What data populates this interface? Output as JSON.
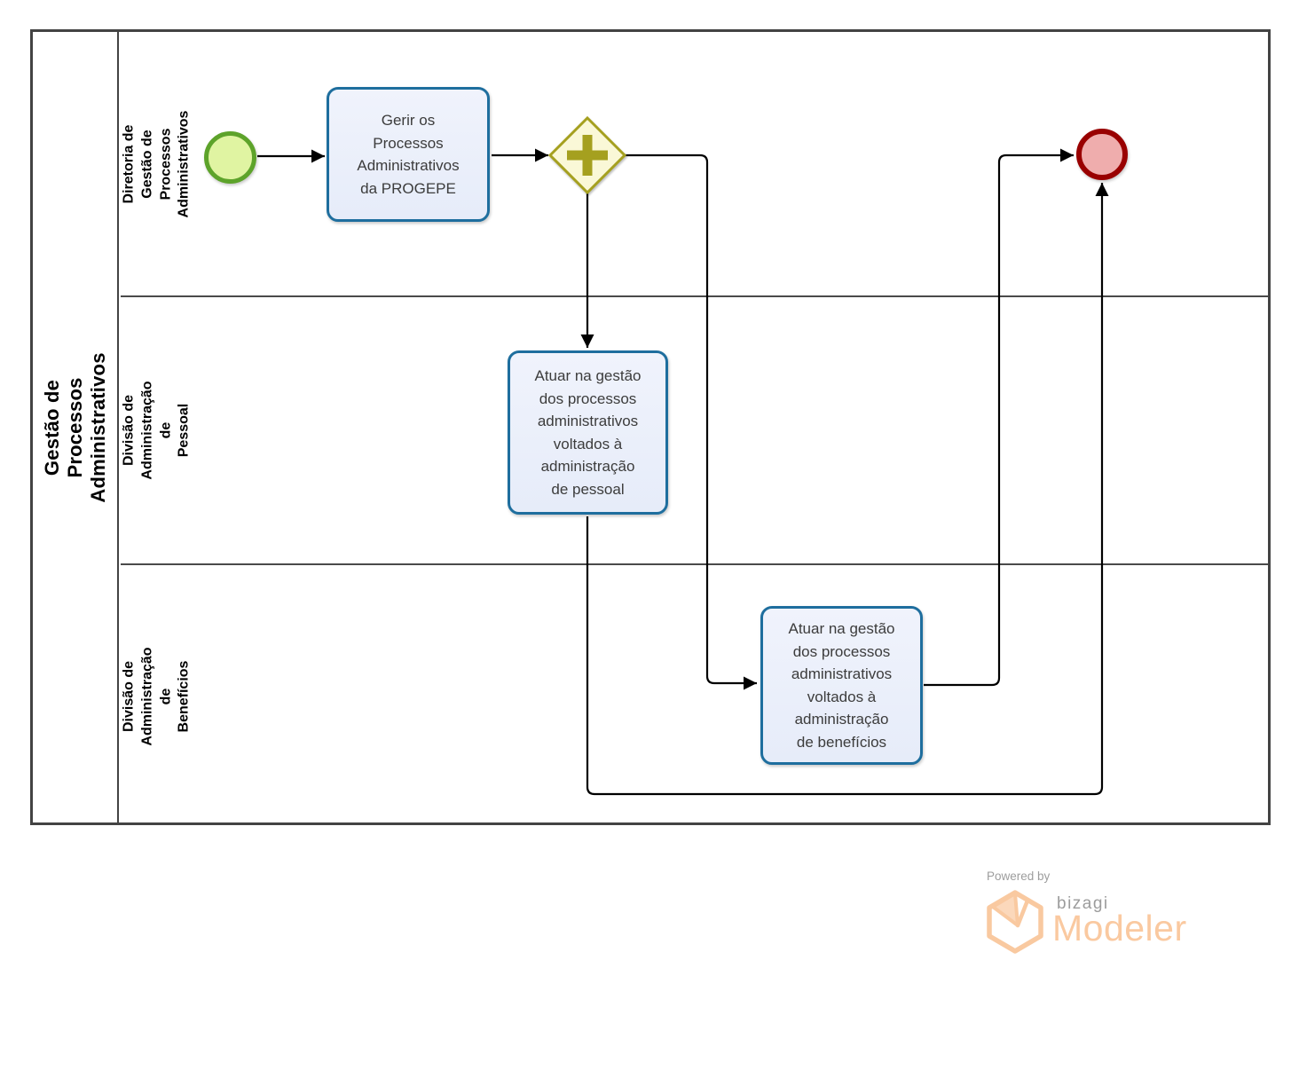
{
  "pool": {
    "title": "Gestão de Processos Administrativos",
    "lanes": [
      {
        "label": "Diretoria de Gestão de\nProcessos Administrativos"
      },
      {
        "label": "Divisão de Administração de\nPessoal"
      },
      {
        "label": "Divisão de Administração de\nBenefícios"
      }
    ]
  },
  "nodes": {
    "start_event": {
      "type": "start-event"
    },
    "task_gerir": {
      "label": "Gerir os\nProcessos\nAdministrativos\nda PROGEPE"
    },
    "gateway_parallel": {
      "type": "parallel-gateway"
    },
    "task_pessoal": {
      "label": "Atuar na gestão\ndos processos\nadministrativos\nvoltados à\nadministração\nde pessoal"
    },
    "task_beneficios": {
      "label": "Atuar na gestão\ndos processos\nadministrativos\nvoltados à\nadministração\nde benefícios"
    },
    "end_event": {
      "type": "end-event"
    }
  },
  "flows": [
    "start to task_gerir",
    "task_gerir to gateway",
    "gateway to task_pessoal",
    "gateway to task_beneficios",
    "task_pessoal to end_event",
    "task_beneficios to end_event"
  ],
  "colors": {
    "task_border": "#1e6e9e",
    "task_fill": "#e9eefb",
    "start_border": "#5da32a",
    "start_fill": "#e0f4a2",
    "end_border": "#990000",
    "end_fill": "#efadad",
    "gateway_border": "#a5a01f",
    "gateway_fill": "#faf8d7",
    "flow_line": "#000000",
    "brand_orange": "#fac9a0",
    "brand_gray": "#9c9c9c"
  },
  "footer": {
    "powered_by": "Powered by",
    "brand": "bizagi",
    "product": "Modeler"
  }
}
